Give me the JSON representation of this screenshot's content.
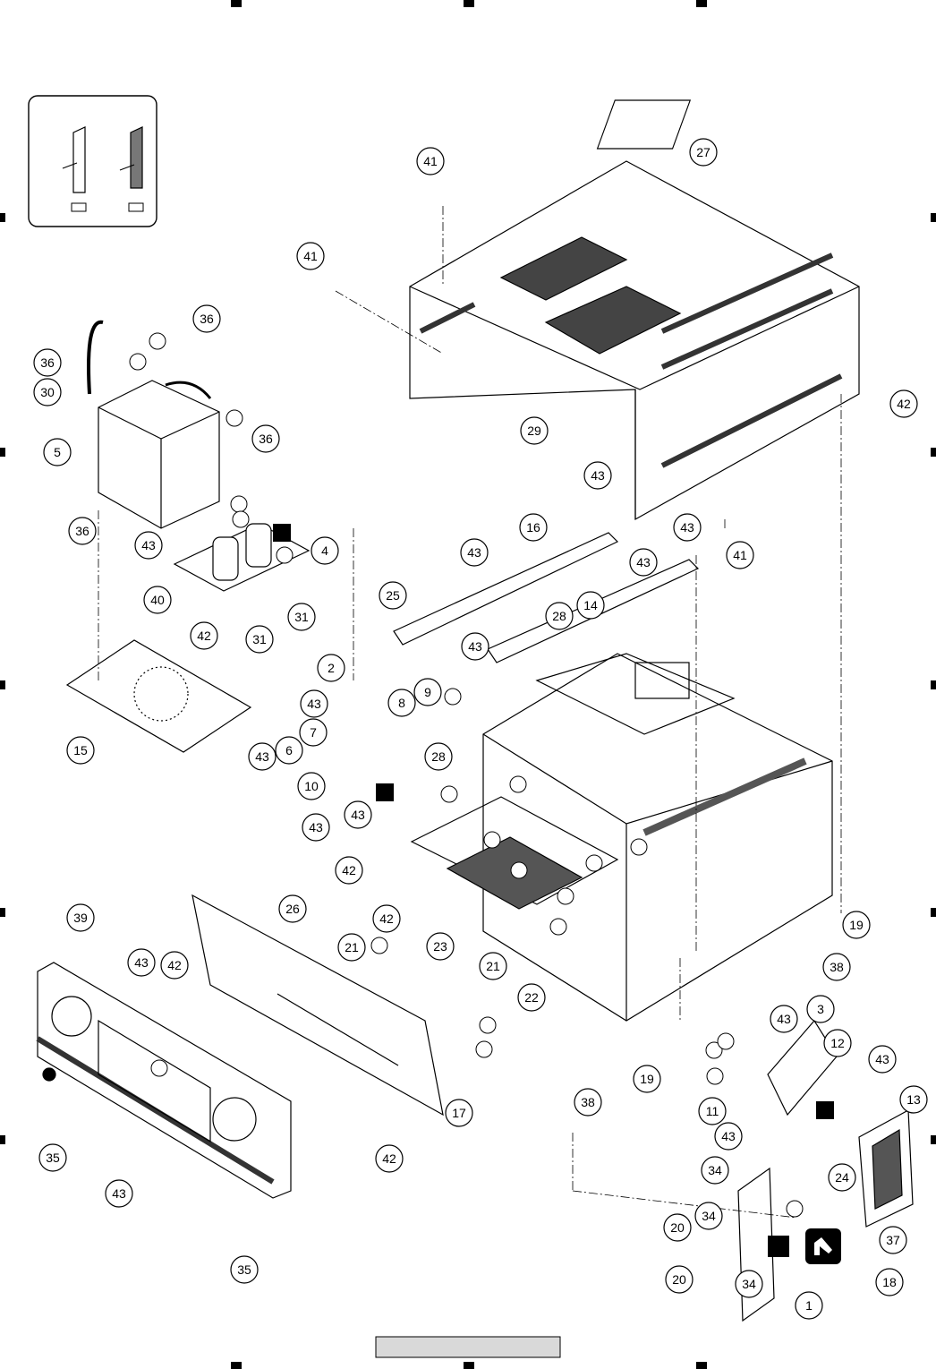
{
  "diagram": {
    "callouts": [
      "27",
      "41",
      "41",
      "36",
      "36",
      "30",
      "5",
      "36",
      "36",
      "43",
      "40",
      "4",
      "31",
      "31",
      "42",
      "15",
      "16",
      "43",
      "43",
      "25",
      "28",
      "14",
      "43",
      "43",
      "43",
      "2",
      "43",
      "7",
      "6",
      "43",
      "10",
      "8",
      "9",
      "28",
      "43",
      "43",
      "42",
      "42",
      "26",
      "21",
      "23",
      "21",
      "22",
      "39",
      "43",
      "42",
      "17",
      "42",
      "35",
      "43",
      "35",
      "19",
      "38",
      "19",
      "38",
      "29",
      "42",
      "41",
      "3",
      "43",
      "12",
      "43",
      "13",
      "11",
      "43",
      "34",
      "24",
      "34",
      "20",
      "20",
      "34",
      "37",
      "18",
      "1"
    ]
  },
  "colors": {
    "line": "#000000",
    "background": "#ffffff",
    "panel_fill": "#d9d9d9"
  },
  "icons": [
    "registration-mark",
    "note-icon"
  ]
}
